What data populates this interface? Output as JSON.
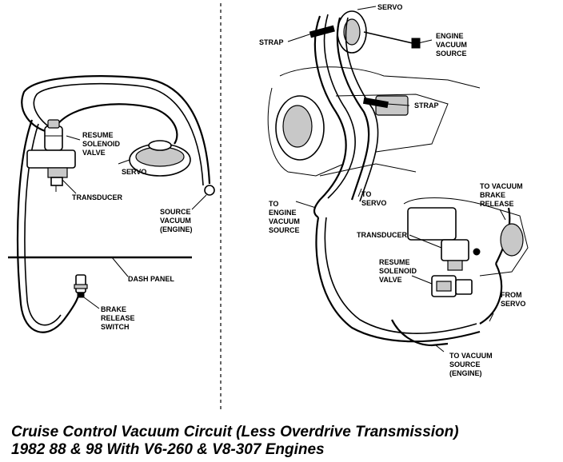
{
  "caption": {
    "line1": "Cruise Control Vacuum Circuit (Less Overdrive Transmission)",
    "line2": "1982 88 & 98 With V6-260 & V8-307 Engines"
  },
  "left_view": {
    "resume_solenoid_valve": [
      "RESUME",
      "SOLENOID",
      "VALVE"
    ],
    "servo": "SERVO",
    "transducer": "TRANSDUCER",
    "source_vacuum": [
      "SOURCE",
      "VACUUM",
      "(ENGINE)"
    ],
    "dash_panel": "DASH PANEL",
    "brake_release_switch": [
      "BRAKE",
      "RELEASE",
      "SWITCH"
    ]
  },
  "right_view": {
    "servo": "SERVO",
    "strap_top": "STRAP",
    "engine_vacuum_source": [
      "ENGINE",
      "VACUUM",
      "SOURCE"
    ],
    "strap_mid": "STRAP",
    "to_engine_vacuum_source": [
      "TO",
      "ENGINE",
      "VACUUM",
      "SOURCE"
    ],
    "to_servo": [
      "TO",
      "SERVO"
    ],
    "to_vacuum_brake_release": [
      "TO VACUUM",
      "BRAKE",
      "RELEASE"
    ],
    "transducer": "TRANSDUCER",
    "resume_solenoid_valve": [
      "RESUME",
      "SOLENOID",
      "VALVE"
    ],
    "from_servo": [
      "FROM",
      "SERVO"
    ],
    "to_vacuum_source": [
      "TO VACUUM",
      "SOURCE",
      "(ENGINE)"
    ]
  }
}
